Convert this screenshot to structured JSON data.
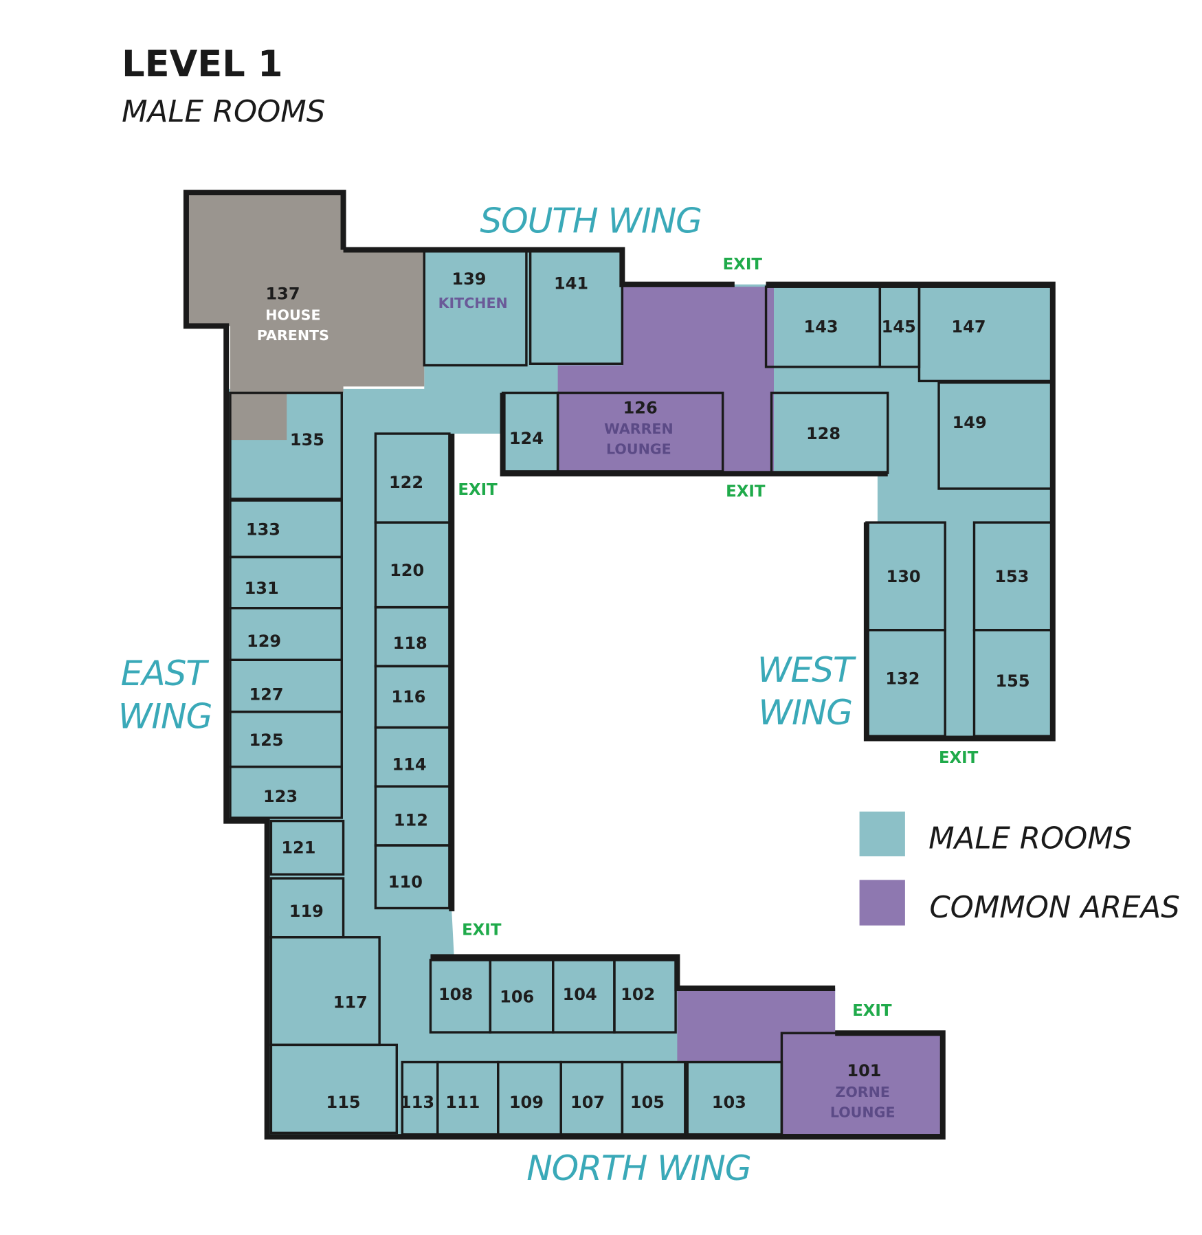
{
  "header": {
    "title": "LEVEL 1",
    "subtitle": "MALE ROOMS"
  },
  "colors": {
    "male_rooms": "#8cc0c7",
    "common_areas": "#8e78b0",
    "house_parents": "#9a958f",
    "walls": "#1a1a1a",
    "exit": "#1faa4a",
    "wing_label": "#3aa9b8"
  },
  "wings": {
    "south": "SOUTH WING",
    "east_1": "EAST",
    "east_2": "WING",
    "west_1": "WEST",
    "west_2": "WING",
    "north": "NORTH WING"
  },
  "exit_label": "EXIT",
  "legend": [
    {
      "label": "MALE ROOMS",
      "color": "#8cc0c7"
    },
    {
      "label": "COMMON AREAS",
      "color": "#8e78b0"
    }
  ],
  "rooms": [
    {
      "number": "101",
      "name": [
        "ZORNE",
        "LOUNGE"
      ],
      "type": "common"
    },
    {
      "number": "102"
    },
    {
      "number": "103"
    },
    {
      "number": "104"
    },
    {
      "number": "105"
    },
    {
      "number": "106"
    },
    {
      "number": "107"
    },
    {
      "number": "108"
    },
    {
      "number": "109"
    },
    {
      "number": "110"
    },
    {
      "number": "111"
    },
    {
      "number": "112"
    },
    {
      "number": "113"
    },
    {
      "number": "114"
    },
    {
      "number": "115"
    },
    {
      "number": "116"
    },
    {
      "number": "117"
    },
    {
      "number": "118"
    },
    {
      "number": "119"
    },
    {
      "number": "120"
    },
    {
      "number": "121"
    },
    {
      "number": "122"
    },
    {
      "number": "123"
    },
    {
      "number": "124"
    },
    {
      "number": "125"
    },
    {
      "number": "126",
      "name": [
        "WARREN",
        "LOUNGE"
      ],
      "type": "common"
    },
    {
      "number": "127"
    },
    {
      "number": "128"
    },
    {
      "number": "129"
    },
    {
      "number": "130"
    },
    {
      "number": "131"
    },
    {
      "number": "132"
    },
    {
      "number": "133"
    },
    {
      "number": "135"
    },
    {
      "number": "137",
      "name": [
        "HOUSE",
        "PARENTS"
      ],
      "type": "house"
    },
    {
      "number": "139",
      "name": [
        "KITCHEN"
      ]
    },
    {
      "number": "141"
    },
    {
      "number": "143"
    },
    {
      "number": "145"
    },
    {
      "number": "147"
    },
    {
      "number": "149"
    },
    {
      "number": "153"
    },
    {
      "number": "155"
    }
  ]
}
